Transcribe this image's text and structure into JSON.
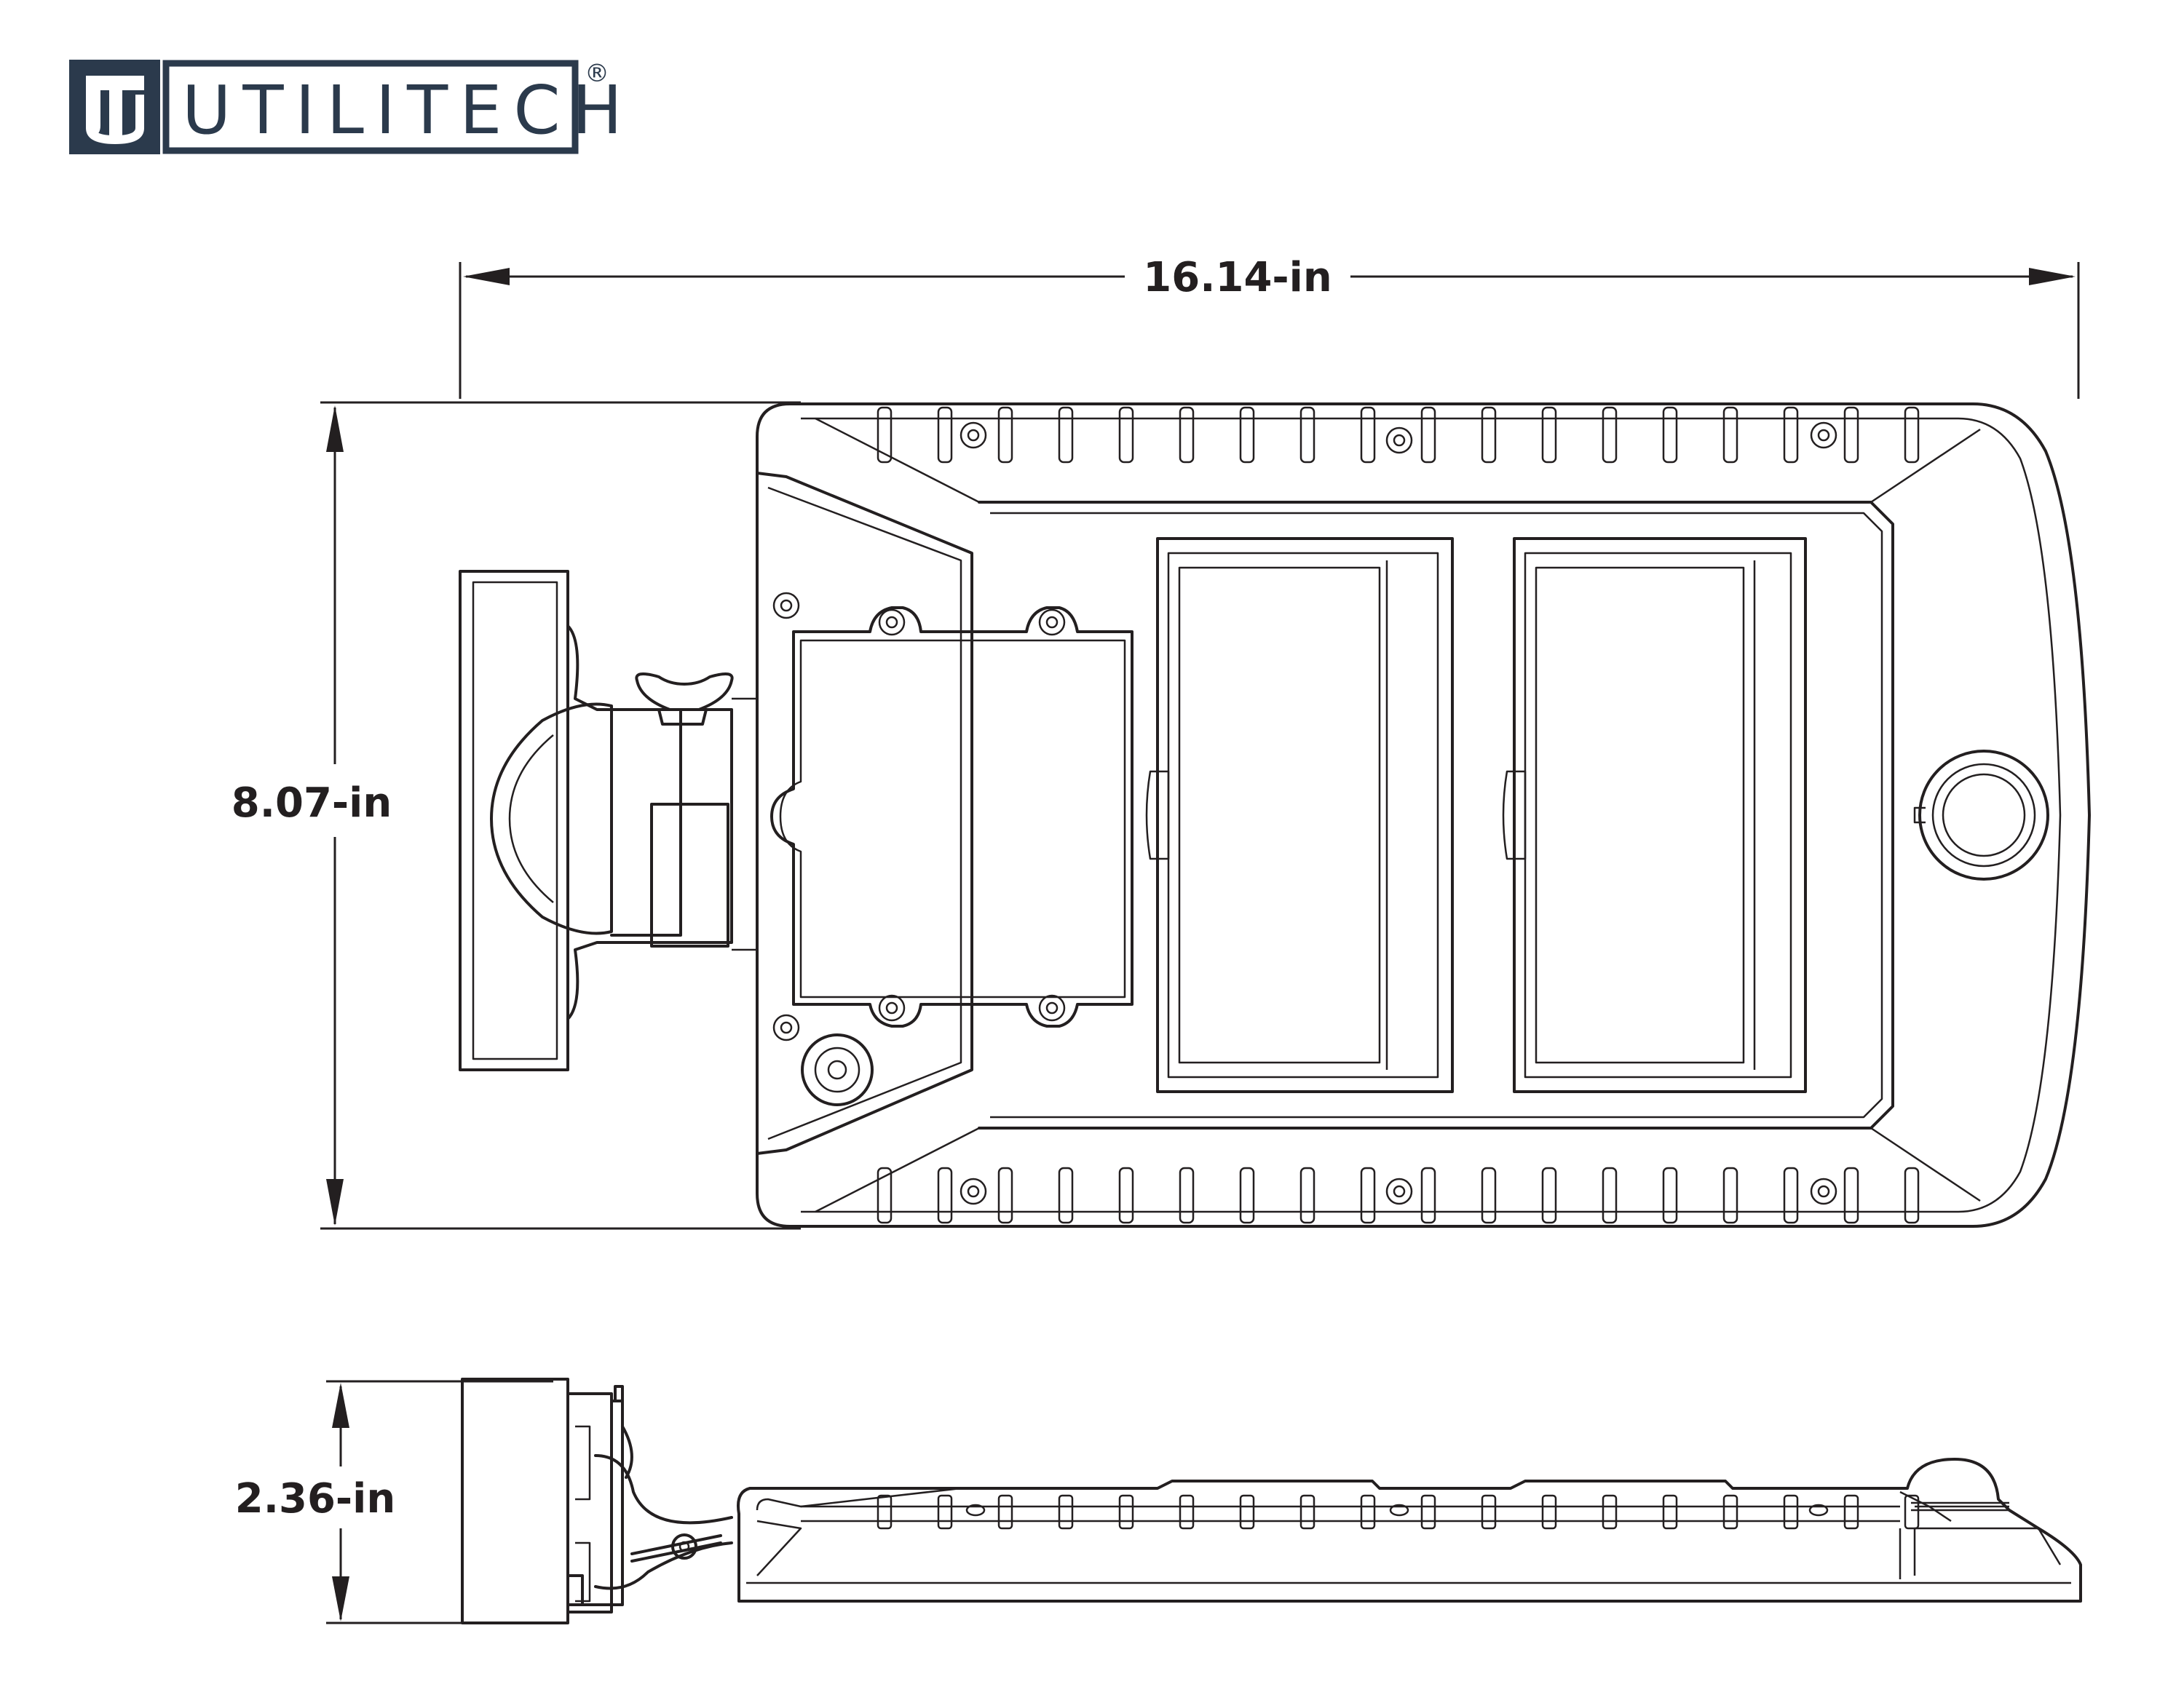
{
  "brand": {
    "name": "UTILITECH",
    "mark": "UT",
    "registered_symbol": "®",
    "color": "#2b3a4c"
  },
  "dimensions": {
    "width": "16.14-in",
    "height": "8.07-in",
    "depth": "2.36-in"
  },
  "colors": {
    "line": "#231f20",
    "background": "#ffffff"
  }
}
